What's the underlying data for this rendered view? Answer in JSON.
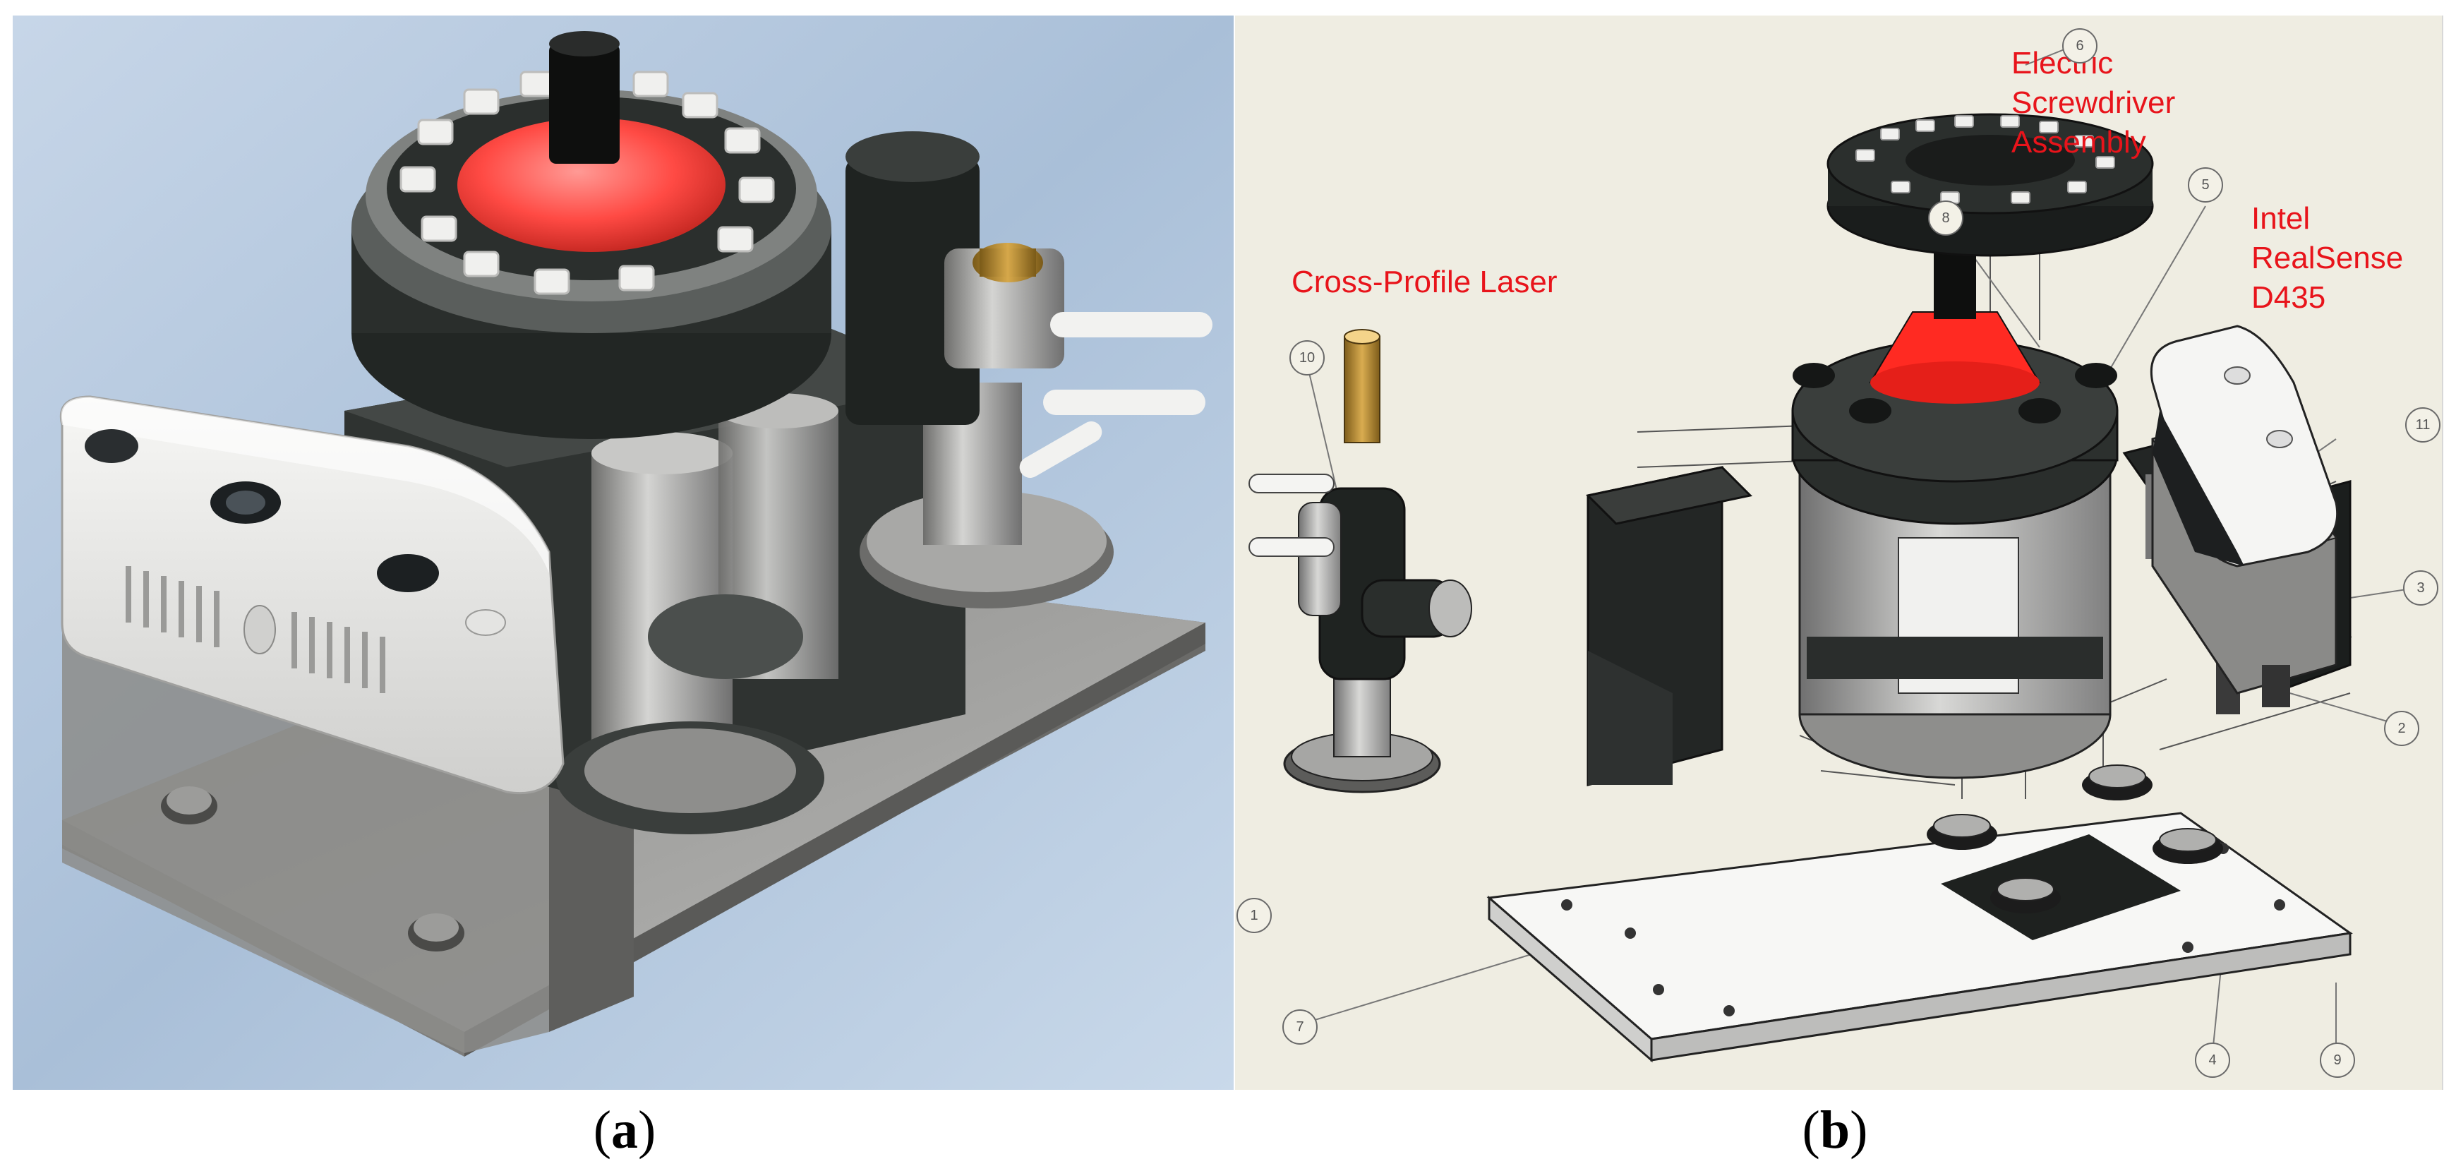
{
  "panel_a": {
    "caption_open": "(",
    "caption_letter": "a",
    "caption_close": ")"
  },
  "panel_b": {
    "caption_open": "(",
    "caption_letter": "b",
    "caption_close": ")",
    "labels": {
      "electric_screwdriver": "Electric\nScrewdriver\nAssembly",
      "intel_realsense": "Intel\nRealSense\nD435",
      "cross_profile_laser": "Cross-Profile Laser"
    },
    "callouts": {
      "c1": "1",
      "c2": "2",
      "c3": "3",
      "c4": "4",
      "c5": "5",
      "c6": "6",
      "c7": "7",
      "c8": "8",
      "c9": "9",
      "c10": "10",
      "c11": "11"
    }
  },
  "colors": {
    "render_background": "#aec3dc",
    "drawing_background": "#efede2",
    "label_red": "#e8141b",
    "screwdriver_red": "#ff4a44",
    "part_black": "#262a28",
    "part_steel": "#9a9a98",
    "camera_white": "#e8e8e6",
    "laser_brass": "#b5852a"
  }
}
